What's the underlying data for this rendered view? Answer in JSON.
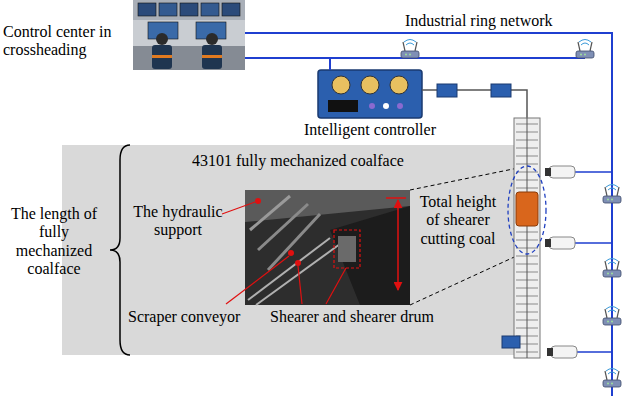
{
  "diagram": {
    "nodes": [
      {
        "text": [
          "Control center in crossheading"
        ]
      },
      {
        "text": [
          "Intelligent controller"
        ]
      },
      {
        "text": [
          "43101 fully mechanized coalface"
        ]
      }
    ],
    "edges": [
      {
        "from": 0,
        "to": 1,
        "arrow": "none"
      }
    ],
    "labels": [
      "Industrial ring network",
      "The length of fully mechanized coalface",
      "The hydraulic support",
      "Total height of shearer cutting coal",
      "Scraper conveyor",
      "Shearer and shearer drum"
    ]
  }
}
